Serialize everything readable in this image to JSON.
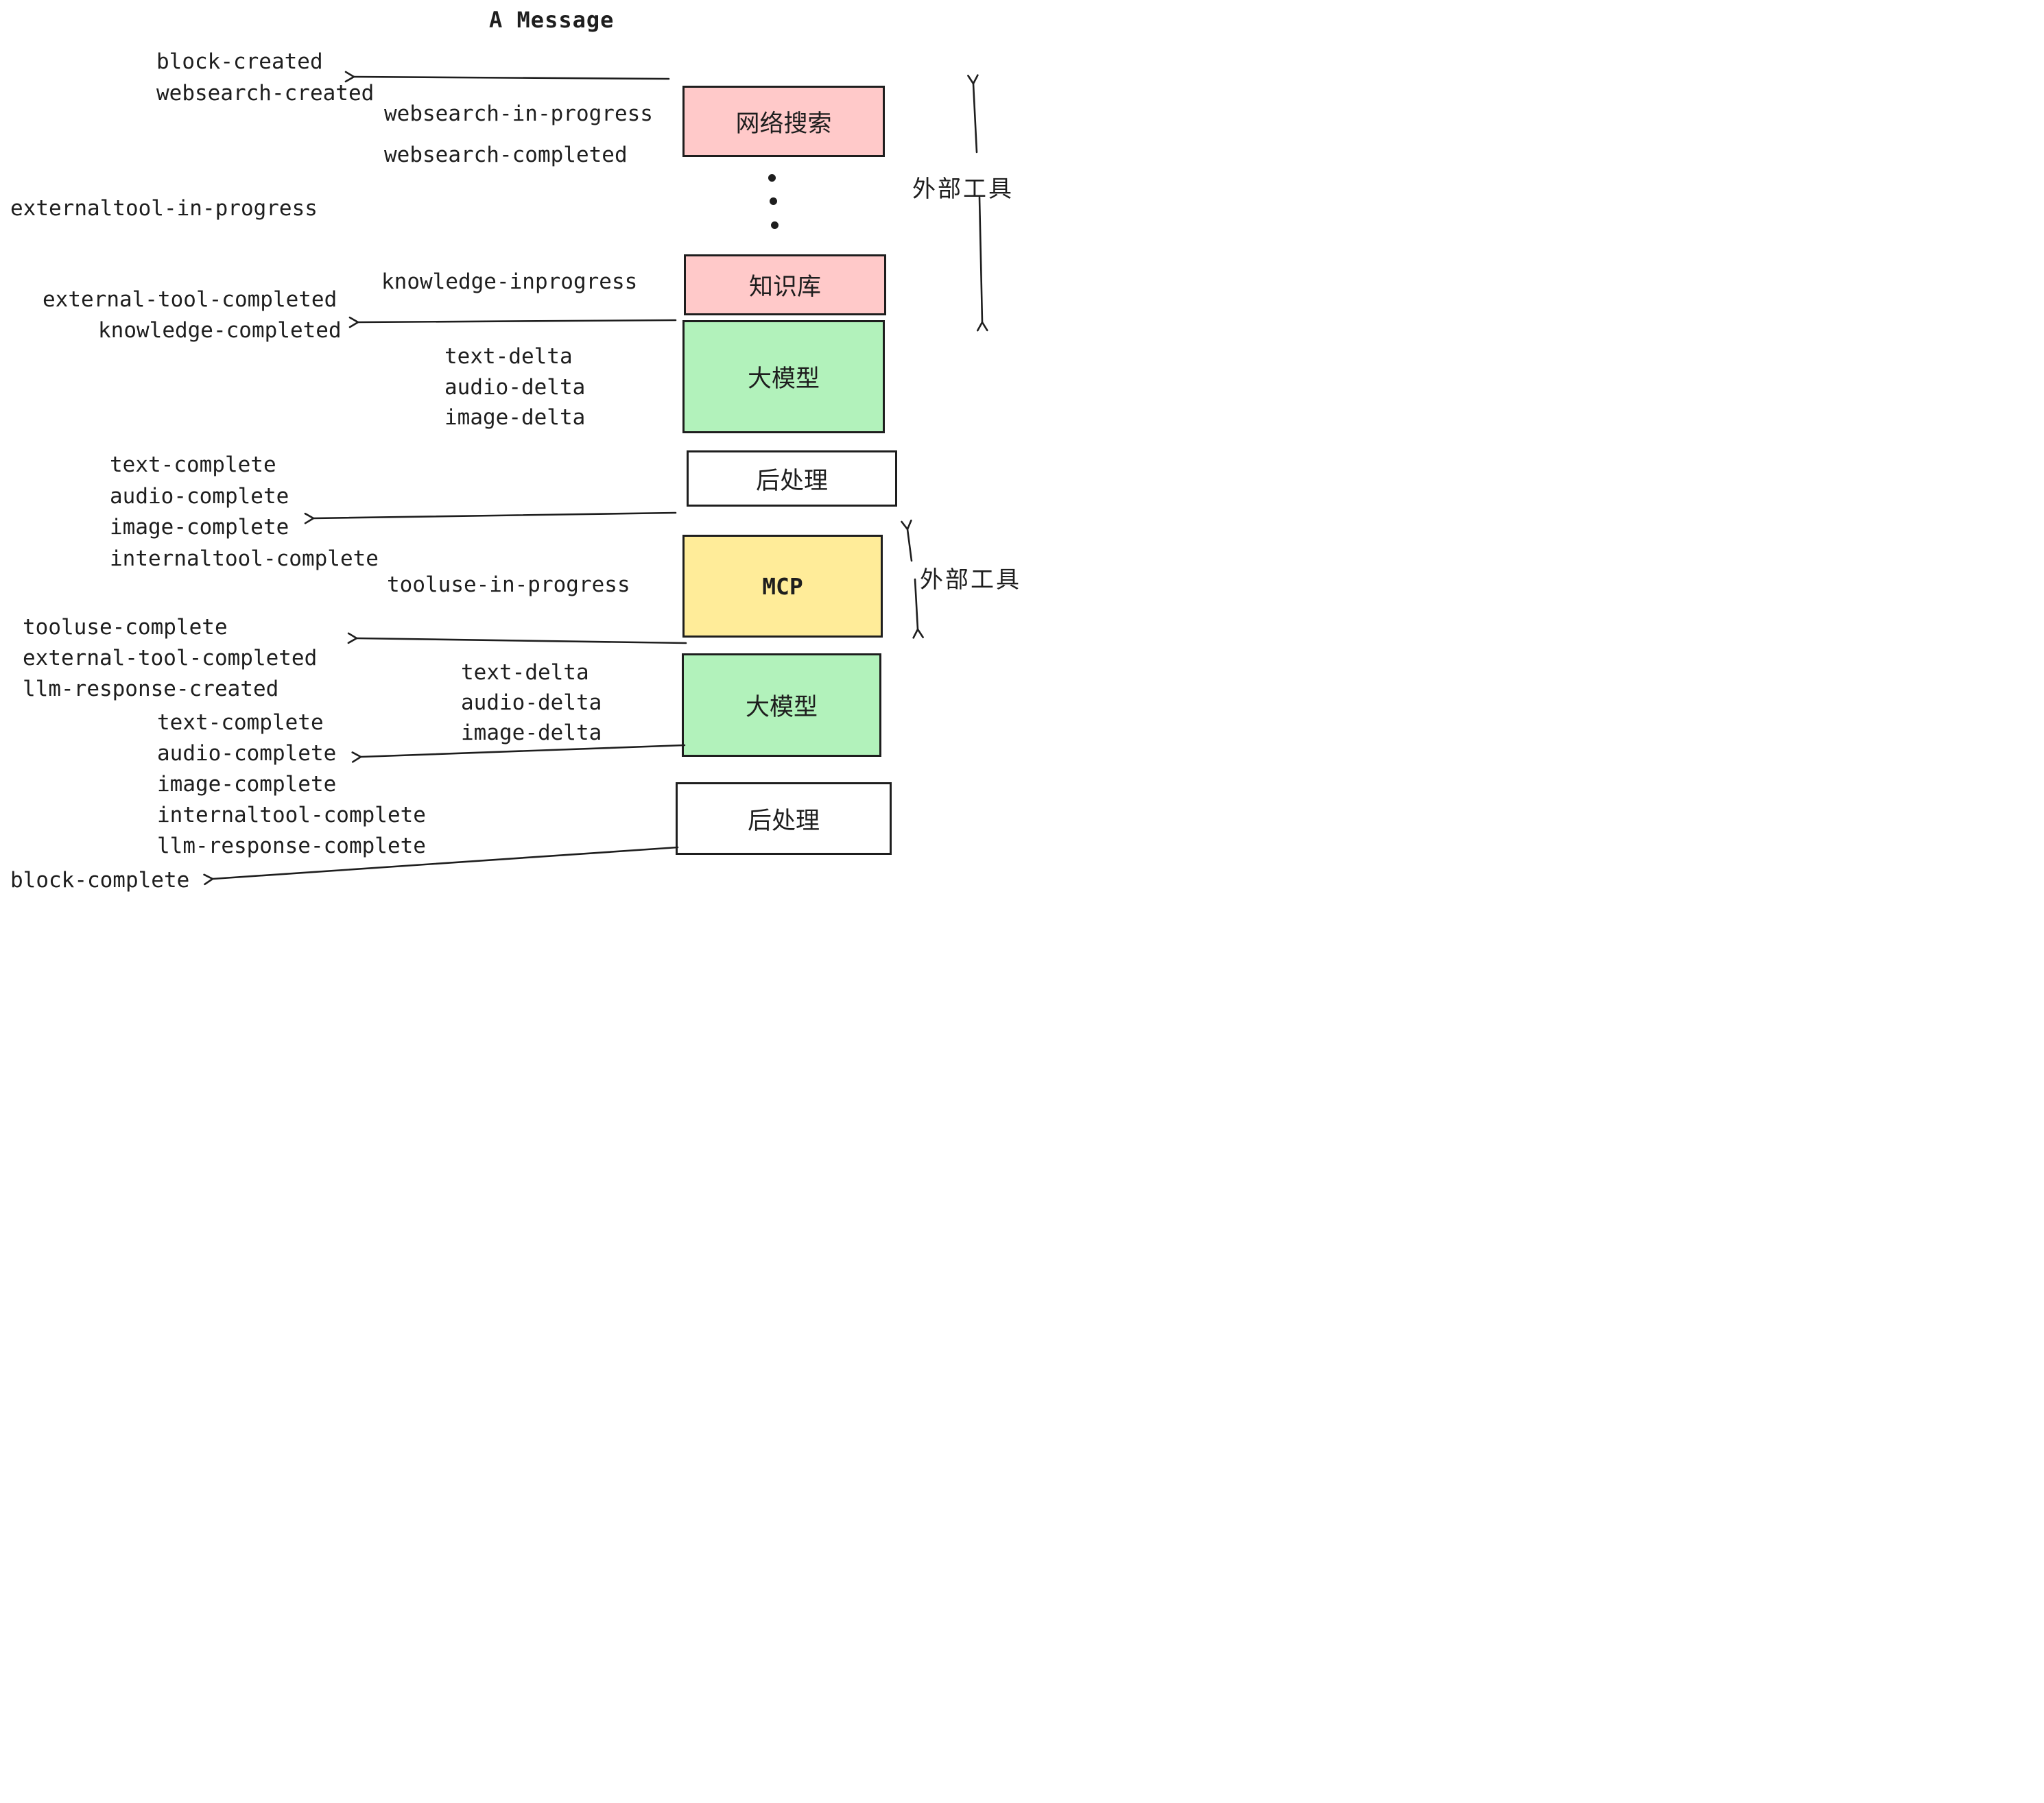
{
  "title": "A Message",
  "colors": {
    "pink": "#ffc9c9",
    "green": "#b2f2bb",
    "yellow": "#ffec99",
    "white": "#ffffff",
    "stroke": "#1e1e1e",
    "text": "#1e1e1e"
  },
  "boxes": [
    {
      "id": "websearch",
      "label": "网络搜索",
      "color": "pink"
    },
    {
      "id": "knowledge",
      "label": "知识库",
      "color": "pink"
    },
    {
      "id": "llm-1",
      "label": "大模型",
      "color": "green"
    },
    {
      "id": "post-1",
      "label": "后处理",
      "color": "white"
    },
    {
      "id": "mcp",
      "label": "MCP",
      "color": "yellow"
    },
    {
      "id": "llm-2",
      "label": "大模型",
      "color": "green"
    },
    {
      "id": "post-2",
      "label": "后处理",
      "color": "white"
    }
  ],
  "events": [
    {
      "text": "block-created"
    },
    {
      "text": "websearch-created"
    },
    {
      "text": "websearch-in-progress"
    },
    {
      "text": "websearch-completed"
    },
    {
      "text": "externaltool-in-progress"
    },
    {
      "text": "knowledge-inprogress"
    },
    {
      "text": "external-tool-completed"
    },
    {
      "text": "knowledge-completed"
    },
    {
      "text": "text-delta"
    },
    {
      "text": "audio-delta"
    },
    {
      "text": "image-delta"
    },
    {
      "text": "text-complete"
    },
    {
      "text": "audio-complete"
    },
    {
      "text": "image-complete"
    },
    {
      "text": "internaltool-complete"
    },
    {
      "text": "tooluse-in-progress"
    },
    {
      "text": "tooluse-complete"
    },
    {
      "text": "external-tool-completed"
    },
    {
      "text": "llm-response-created"
    },
    {
      "text": "text-delta"
    },
    {
      "text": "audio-delta"
    },
    {
      "text": "image-delta"
    },
    {
      "text": "text-complete"
    },
    {
      "text": "audio-complete"
    },
    {
      "text": "image-complete"
    },
    {
      "text": "internaltool-complete"
    },
    {
      "text": "llm-response-complete"
    },
    {
      "text": "block-complete"
    }
  ],
  "side_labels": [
    {
      "text": "外部工具"
    },
    {
      "text": "外部工具"
    }
  ]
}
